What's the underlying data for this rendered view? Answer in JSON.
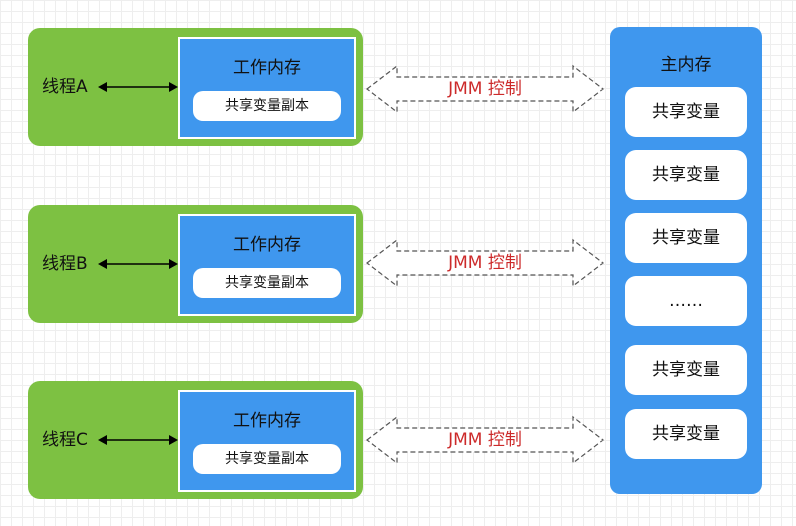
{
  "threads": [
    {
      "label": "线程A",
      "work_memory_title": "工作内存",
      "copy_label": "共享变量副本"
    },
    {
      "label": "线程B",
      "work_memory_title": "工作内存",
      "copy_label": "共享变量副本"
    },
    {
      "label": "线程C",
      "work_memory_title": "工作内存",
      "copy_label": "共享变量副本"
    }
  ],
  "jmm": [
    "JMM 控制",
    "JMM 控制",
    "JMM 控制"
  ],
  "main_memory": {
    "title": "主内存",
    "items": [
      "共享变量",
      "共享变量",
      "共享变量",
      "……",
      "共享变量",
      "共享变量"
    ]
  },
  "colors": {
    "thread_green": "#7dc142",
    "memory_blue": "#3f97ee",
    "jmm_red": "#cc2a2a"
  }
}
